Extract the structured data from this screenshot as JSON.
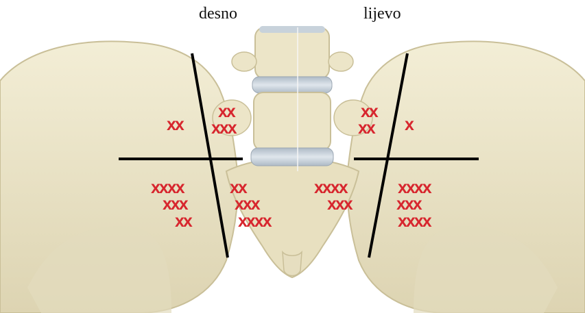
{
  "labels": {
    "right_side": "desno",
    "left_side": "lijevo"
  },
  "colors": {
    "mark": "#d7262e",
    "line": "#000000",
    "bone": "#ece5c8",
    "bone_shade": "#cfc6a0",
    "disc": "#c8d2db"
  },
  "marks": {
    "right_upper_outer": "xx",
    "right_upper_inner_1": "xx",
    "right_upper_inner_2": "xxx",
    "right_lower_outer_1": "xxxx",
    "right_lower_outer_2": "xxx",
    "right_lower_outer_3": "xx",
    "right_lower_inner_1": "xx",
    "right_lower_inner_2": "xxx",
    "right_lower_inner_3": "xxxx",
    "left_upper_inner_1": "xx",
    "left_upper_inner_2": "xx",
    "left_upper_outer": "x",
    "left_lower_inner_1": "xxxx",
    "left_lower_inner_2": "xxx",
    "left_lower_outer_1": "xxxx",
    "left_lower_outer_2": "xxx",
    "left_lower_outer_3": "xxxx"
  }
}
